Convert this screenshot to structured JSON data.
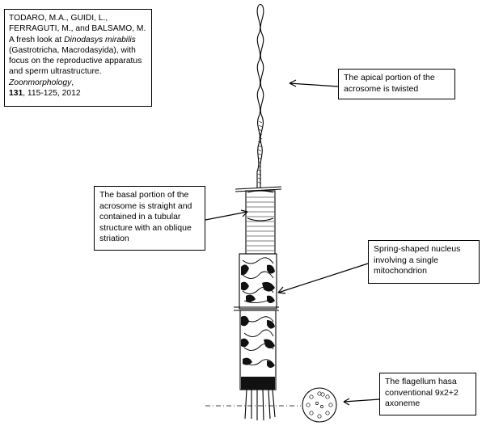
{
  "citation": {
    "authors": "TODARO, M.A., GUIDI, L., FERRAGUTI, M., and BALSAMO, M.",
    "title_pre": " A fresh look at ",
    "genus": "Dinodasys mirabilis",
    "title_post": " (Gastrotricha, Macrodasyida), with focus on the reproductive apparatus and sperm ultrastructure. ",
    "journal": "Zoonmorphology",
    "comma": ",",
    "volume": "131",
    "pages_year": ", 115-125, 2012"
  },
  "labels": {
    "apical": "The apical portion of the acrosome is twisted",
    "basal": "The basal portion of the acrosome is straight and contained in a tubular structure with an oblique striation",
    "nucleus": "Spring-shaped nucleus involving a single mitochondrion",
    "flagellum": "The flagellum hasa conventional 9x2+2 axoneme"
  }
}
